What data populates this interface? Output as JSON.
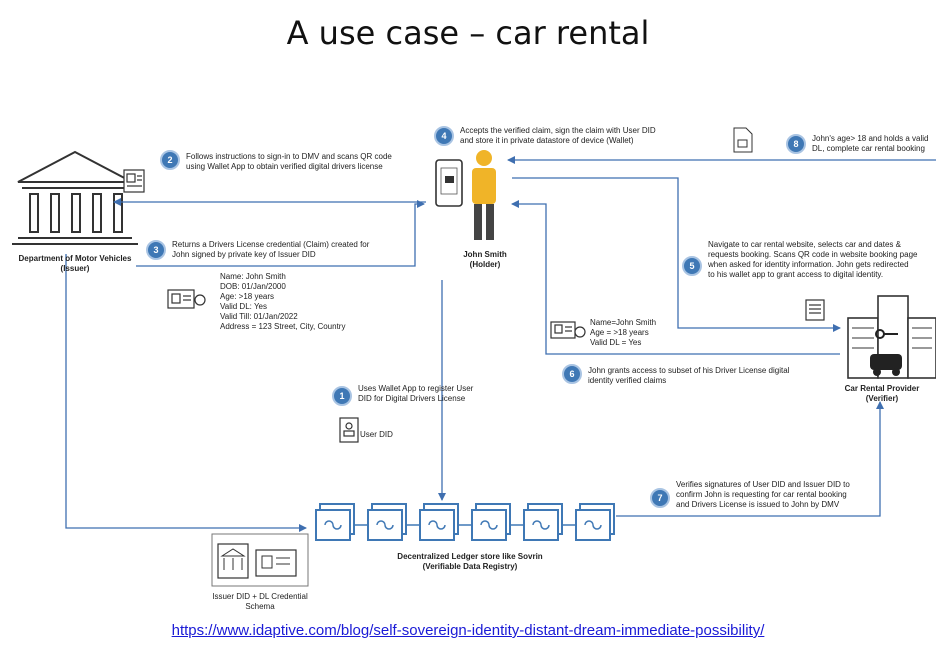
{
  "title": "A use case – car rental",
  "source_link": "https://www.idaptive.com/blog/self-sovereign-identity-distant-dream-immediate-possibility/",
  "actors": {
    "dmv": {
      "name": "Department of Motor Vehicles",
      "role": "(Issuer)",
      "icon": "bank-building-icon"
    },
    "holder": {
      "name": "John Smith",
      "role": "(Holder)",
      "icon": "person-with-phone-icon"
    },
    "verifier": {
      "name": "Car Rental Provider",
      "role": "(Verifier)",
      "icon": "car-rental-building-icon"
    },
    "ledger": {
      "name": "Decentralized Ledger store like Sovrin",
      "role": "(Verifiable Data Registry)",
      "icon": "blockchain-icon"
    }
  },
  "steps": [
    {
      "num": "1",
      "lines": [
        "Uses Wallet App to register User",
        "DID for Digital Drivers License"
      ]
    },
    {
      "num": "2",
      "lines": [
        "Follows instructions to sign-in to DMV and scans QR code",
        "using Wallet App to obtain verified digital drivers license"
      ]
    },
    {
      "num": "3",
      "lines": [
        "Returns a Drivers License credential (Claim) created for",
        "John signed by private key of Issuer DID"
      ]
    },
    {
      "num": "4",
      "lines": [
        "Accepts the verified claim, sign the claim with User DID",
        "and store it in private datastore of device (Wallet)"
      ]
    },
    {
      "num": "5",
      "lines": [
        "Navigate to car rental website, selects car and dates &",
        "requests booking. Scans QR code in website booking page",
        "when asked for identity information. John gets redirected",
        "to his wallet app to grant access to digital identity."
      ]
    },
    {
      "num": "6",
      "lines": [
        "John grants access to subset of his Driver License digital",
        "identity verified claims"
      ]
    },
    {
      "num": "7",
      "lines": [
        "Verifies signatures of User DID and Issuer DID to",
        "confirm John is requesting for car rental booking",
        "and Drivers License is issued to John by DMV"
      ]
    },
    {
      "num": "8",
      "lines": [
        "John's age> 18 and holds a valid",
        "DL, complete car rental booking"
      ]
    }
  ],
  "license_claim": [
    "Name: John Smith",
    "DOB: 01/Jan/2000",
    "Age: >18 years",
    "Valid DL: Yes",
    "Valid Till: 01/Jan/2022",
    "Address = 123 Street, City, Country"
  ],
  "subset_claim": [
    "Name=John Smith",
    "Age = >18 years",
    "Valid DL = Yes"
  ],
  "user_did_label": "User DID",
  "schema_label": [
    "Issuer DID + DL Credential",
    "Schema"
  ],
  "colors": {
    "arrow": "#3f6fb0",
    "step_circle": "#3f78b5",
    "ledger_block": "#3f78b5",
    "person_shirt": "#f0b428",
    "link": "#1a1ad6"
  }
}
